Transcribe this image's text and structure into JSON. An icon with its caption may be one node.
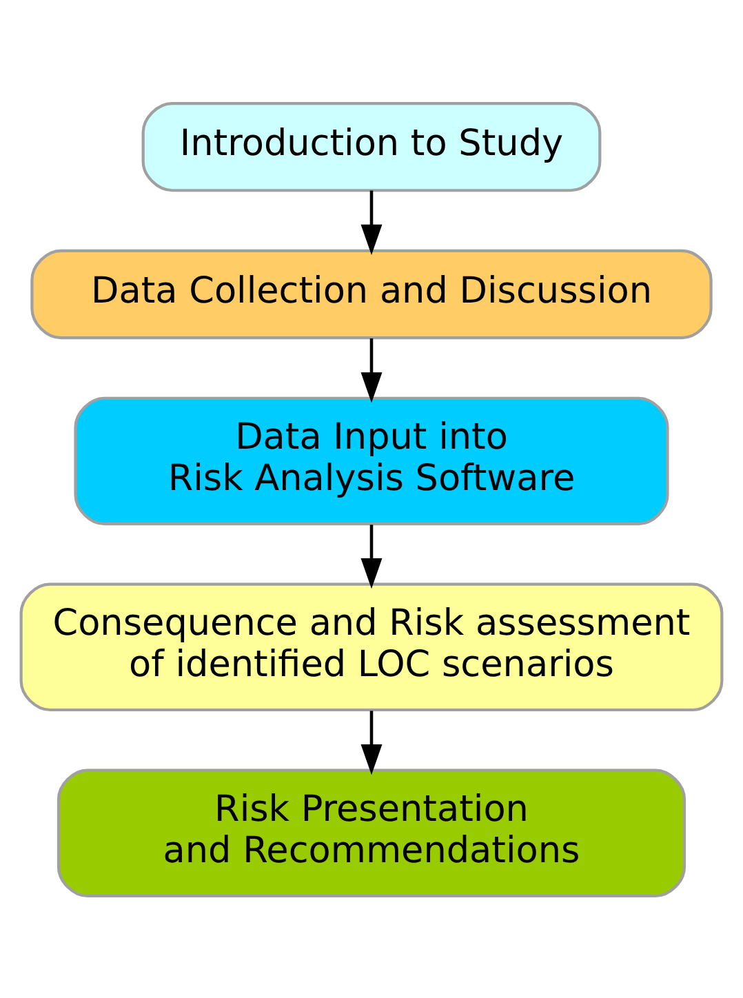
{
  "diagram": {
    "nodes": [
      {
        "text": [
          "Introduction to Study"
        ]
      },
      {
        "text": [
          "Data Collection and Discussion"
        ]
      },
      {
        "text": [
          "Data Input into Risk Analysis Software"
        ]
      },
      {
        "text": [
          "Consequence and Risk assessment of identified LOC scenarios"
        ]
      },
      {
        "text": [
          "Risk Presentation and Recommendations"
        ]
      }
    ],
    "edges": [
      {
        "from": 0,
        "to": 1,
        "arrow": "to"
      },
      {
        "from": 1,
        "to": 2,
        "arrow": "to"
      },
      {
        "from": 2,
        "to": 3,
        "arrow": "to"
      },
      {
        "from": 3,
        "to": 4,
        "arrow": "to"
      }
    ]
  }
}
